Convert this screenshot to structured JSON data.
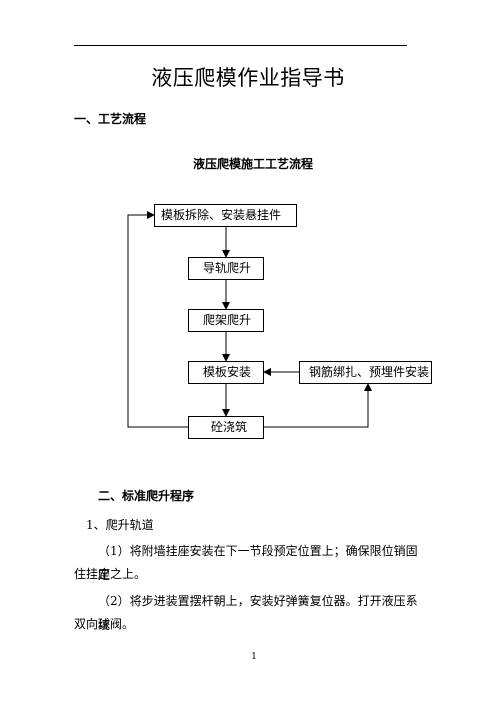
{
  "document": {
    "title": "液压爬模作业指导书",
    "section1_heading": "一、工艺流程",
    "flow_title": "液压爬模施工工艺流程",
    "flow_steps": [
      "模板拆除、安装悬挂件",
      "导轨爬升",
      "爬架爬升",
      "模板安装",
      "钢筋绑扎、预埋件安装",
      "砼浇筑"
    ],
    "section2_heading": "二、标准爬升程序",
    "sub1": "1、爬升轨道",
    "para1_line1": "（1）将附墙挂座安装在下一节段预定位置上；确保限位销固定",
    "para1_line2": "住挂座之上。",
    "para2_line1": "（2）将步进装置摆杆朝上，安装好弹簧复位器。打开液压系统",
    "para2_line2": "双向球阀。",
    "page_number": "1"
  }
}
